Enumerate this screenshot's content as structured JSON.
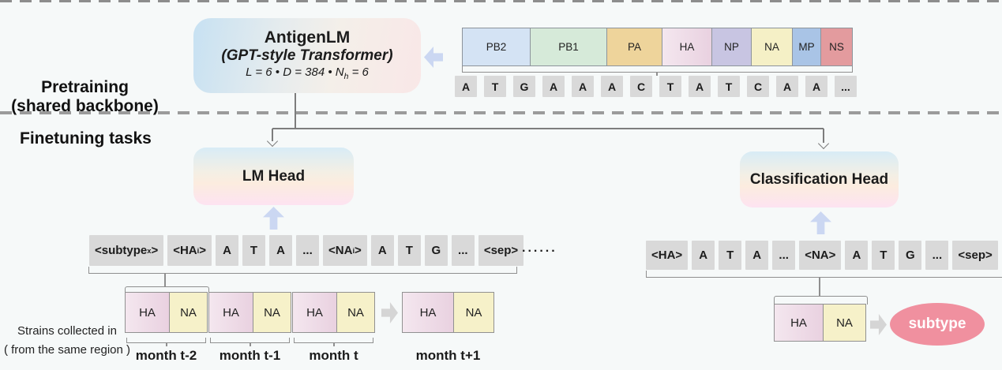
{
  "sections": {
    "pretraining_line1": "Pretraining",
    "pretraining_line2": "(shared backbone)",
    "finetuning_label": "Finetuning tasks"
  },
  "backbone": {
    "title": "AntigenLM",
    "subtitle": "(GPT-style Transformer)",
    "params_pre": "L = 6 • D = 384 • N",
    "params_sub": "h",
    "params_post": " = 6"
  },
  "genome_bar": {
    "segments": [
      {
        "label": "PB2",
        "color": "#d4e3f4",
        "width": 85
      },
      {
        "label": "PB1",
        "color": "#d6ead9",
        "width": 97
      },
      {
        "label": "PA",
        "color": "#eed49b",
        "width": 70
      },
      {
        "label": "HA",
        "color": "linear-gradient(90deg,#f4e7ef,#e9d1e0)",
        "width": 63
      },
      {
        "label": "NP",
        "color": "#c8c5e2",
        "width": 50
      },
      {
        "label": "NA",
        "color": "#f5f0c6",
        "width": 52
      },
      {
        "label": "MP",
        "color": "#a9c4e6",
        "width": 36
      },
      {
        "label": "NS",
        "color": "#e39b9e",
        "width": 40
      }
    ]
  },
  "nucleotide_row": {
    "tokens": [
      "A",
      "T",
      "G",
      "A",
      "A",
      "A",
      "C",
      "T",
      "A",
      "T",
      "C",
      "A",
      "A",
      "..."
    ]
  },
  "lm_head": {
    "label": "LM Head"
  },
  "classification_head": {
    "label": "Classification Head"
  },
  "left_sequence": {
    "tokens": [
      {
        "t": "<subtype",
        "s": "x",
        "t2": ">"
      },
      {
        "t": "<HA",
        "s": "i",
        "t2": ">"
      },
      {
        "t": "A"
      },
      {
        "t": "T"
      },
      {
        "t": "A"
      },
      {
        "t": "..."
      },
      {
        "t": "<NA",
        "s": "i",
        "t2": ">"
      },
      {
        "t": "A"
      },
      {
        "t": "T"
      },
      {
        "t": "G"
      },
      {
        "t": "..."
      },
      {
        "t": "<sep>"
      }
    ],
    "trailing_dots": "......"
  },
  "right_sequence": {
    "tokens": [
      {
        "t": "<HA>"
      },
      {
        "t": "A"
      },
      {
        "t": "T"
      },
      {
        "t": "A"
      },
      {
        "t": "..."
      },
      {
        "t": "<NA>"
      },
      {
        "t": "A"
      },
      {
        "t": "T"
      },
      {
        "t": "G"
      },
      {
        "t": "..."
      },
      {
        "t": "<sep>"
      }
    ]
  },
  "months": {
    "box_labels": {
      "ha": "HA",
      "na": "NA"
    },
    "groups": [
      {
        "label": "month t-2"
      },
      {
        "label": "month t-1"
      },
      {
        "label": "month t"
      }
    ],
    "future": {
      "label": "month t+1"
    }
  },
  "strains_note": {
    "line1": "Strains collected in",
    "line2": "( from the same  region )"
  },
  "classification_output": {
    "result": "subtype"
  },
  "colors": {
    "background": "#f6f9f9",
    "token_gray": "#d9d9d9",
    "periwinkle_arrow": "#cbd7f2",
    "gray_arrow": "#d5d5d5",
    "subtype_pink": "#f0909f",
    "head_gradient_top": "#d8ecf6",
    "head_gradient_bottom": "#fde3f1",
    "dashed_line": "#9b9b9b"
  }
}
